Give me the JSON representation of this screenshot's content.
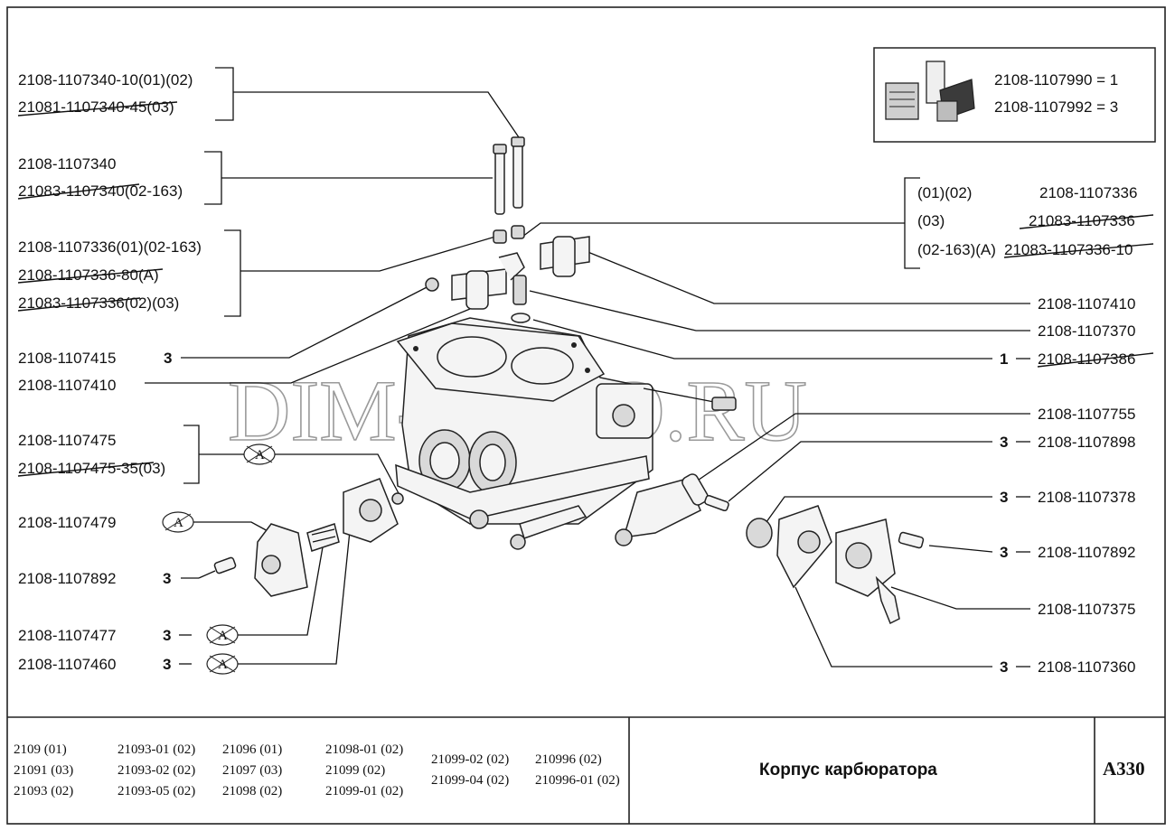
{
  "header_box": {
    "line1": "2108-1107990 = 1",
    "line2": "2108-1107992 = 3"
  },
  "left_labels": {
    "screw_a": "2108-1107340-10(01)(02)",
    "screw_b": "21081-1107340-45(03)",
    "jet_a": "2108-1107340",
    "jet_b": "21083-1107340(02-163)",
    "bush_a": "2108-1107336(01)(02-163)",
    "bush_b": "2108-1107336-80(A)",
    "bush_c": "21083-1107336(02)(03)",
    "gasket": "2108-1107415",
    "gasket_qty": "3",
    "valve": "2108-1107410",
    "cover_a": "2108-1107475",
    "cover_b": "2108-1107475-35(03)",
    "cover_mark": "A",
    "diaphragm": "2108-1107479",
    "diaphragm_mark": "A",
    "screw": "2108-1107892",
    "screw_qty": "3",
    "spring": "2108-1107477",
    "spring_qty": "3",
    "spring_mark": "A",
    "membrane": "2108-1107460",
    "membrane_qty": "3",
    "membrane_mark": "A"
  },
  "right_labels": {
    "var1_code": "(01)(02)",
    "var1_part": "2108-1107336",
    "var2_code": "(03)",
    "var2_part": "21083-1107336",
    "var3_code": "(02-163)(A)",
    "var3_part": "21083-1107336-10",
    "valve": "2108-1107410",
    "fitting": "2108-1107370",
    "washer_qty": "1",
    "washer": "2108-1107386",
    "sensor": "2108-1107755",
    "screw_qty": "3",
    "screw": "2108-1107898",
    "spring_qty": "3",
    "spring": "2108-1107378",
    "screw2_qty": "3",
    "screw2": "2108-1107892",
    "cover": "2108-1107375",
    "diaphragm_qty": "3",
    "diaphragm": "2108-1107360"
  },
  "watermark": "DIM-AUTO.RU",
  "footer": {
    "models": [
      [
        "2109 (01)",
        "21091 (03)",
        "21093 (02)"
      ],
      [
        "21093-01 (02)",
        "21093-02 (02)",
        "21093-05 (02)"
      ],
      [
        "21096 (01)",
        "21097 (03)",
        "21098 (02)"
      ],
      [
        "21098-01 (02)",
        "21099 (02)",
        "21099-01 (02)"
      ],
      [
        "21099-02 (02)",
        "21099-04 (02)"
      ],
      [
        "210996 (02)",
        "210996-01 (02)"
      ]
    ],
    "title": "Корпус карбюратора",
    "code": "А330"
  }
}
